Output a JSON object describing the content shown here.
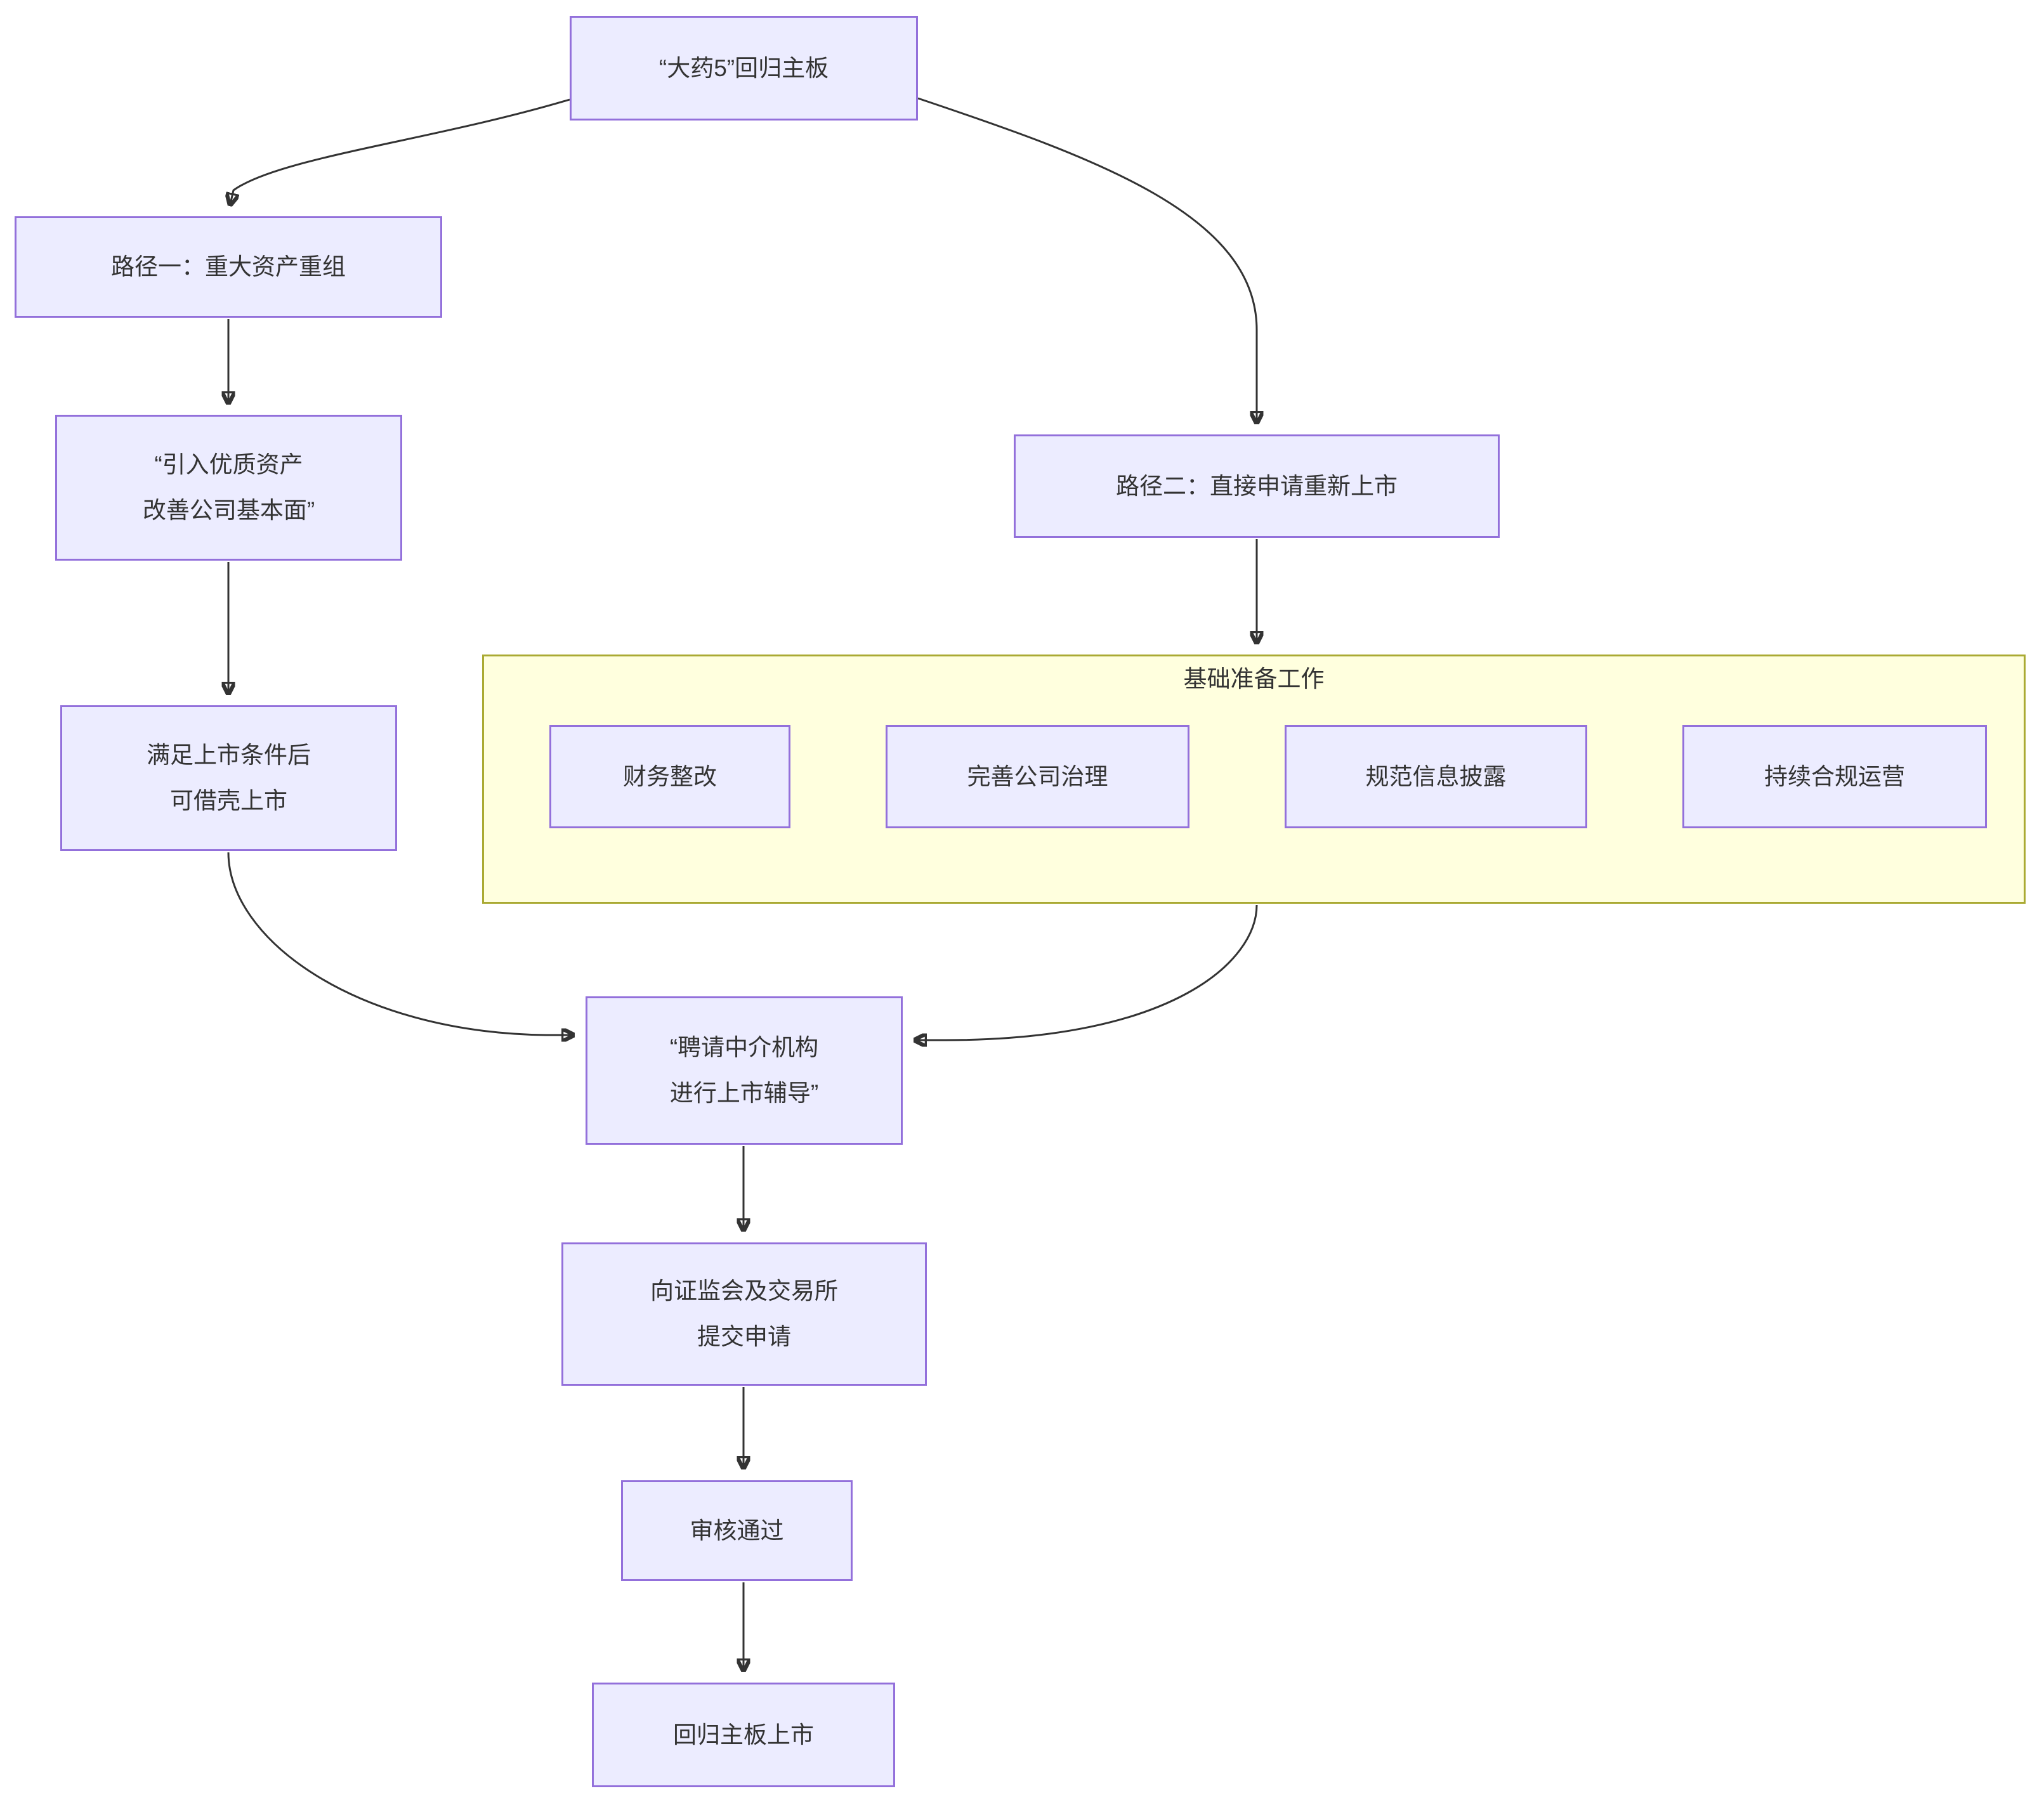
{
  "diagram": {
    "root": "“大药5”回归主板",
    "path1": "路径一：重大资产重组",
    "path1_detail": "“引入优质资产\n改善公司基本面”",
    "path1_result": "满足上市条件后\n可借壳上市",
    "path2": "路径二：直接申请重新上市",
    "cluster_title": "基础准备工作",
    "prep_items": [
      "财务整改",
      "完善公司治理",
      "规范信息披露",
      "持续合规运营"
    ],
    "hire": "“聘请中介机构\n进行上市辅导”",
    "submit": "向证监会及交易所\n提交申请",
    "approve": "审核通过",
    "relist": "回归主板上市"
  },
  "colors": {
    "node_fill": "#ECECFF",
    "node_border": "#9370DB",
    "cluster_fill": "#FFFFDE",
    "cluster_border": "#AAAA33",
    "text": "#333333",
    "edge": "#333333",
    "bg": "#FFFFFF"
  }
}
